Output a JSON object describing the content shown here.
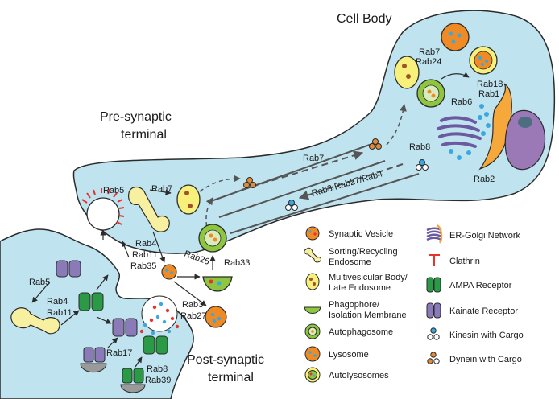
{
  "headings": {
    "cell_body": "Cell Body",
    "pre_synaptic_line1": "Pre-synaptic",
    "pre_synaptic_line2": "terminal",
    "post_synaptic_line1": "Post-synaptic",
    "post_synaptic_line2": "terminal"
  },
  "rab_labels": {
    "rab7_body": "Rab7",
    "rab24_body": "Rab24",
    "rab18": "Rab18",
    "rab1": "Rab1",
    "rab6": "Rab6",
    "rab8_body": "Rab8",
    "rab2": "Rab2",
    "rab7_axon": "Rab7",
    "rab3_27_4": "Rab3/Rab27/Rab4",
    "rab5_pre": "Rab5",
    "rab7_pre": "Rab7",
    "rab4_pre": "Rab4",
    "rab11_pre": "Rab11",
    "rab35": "Rab35",
    "rab26": "Rab26",
    "rab33": "Rab33",
    "rab3": "Rab3",
    "rab27": "Rab27",
    "rab5_post": "Rab5",
    "rab4_post": "Rab4",
    "rab11_post": "Rab11",
    "rab17": "Rab17",
    "rab8_post": "Rab8",
    "rab39": "Rab39"
  },
  "legend": [
    {
      "icon": "synaptic-vesicle-icon",
      "lines": [
        "Synaptic Vesicle"
      ]
    },
    {
      "icon": "sorting-endosome-icon",
      "lines": [
        "Sorting/Recycling",
        "Endosome"
      ]
    },
    {
      "icon": "multivesicular-body-icon",
      "lines": [
        "Multivesicular Body/",
        "Late Endosome"
      ]
    },
    {
      "icon": "phagophore-icon",
      "lines": [
        "Phagophore/",
        "Isolation Membrane"
      ]
    },
    {
      "icon": "autophagosome-icon",
      "lines": [
        "Autophagosome"
      ]
    },
    {
      "icon": "lysosome-icon",
      "lines": [
        "Lysosome"
      ]
    },
    {
      "icon": "autolysosome-icon",
      "lines": [
        "Autolysosomes"
      ]
    },
    {
      "icon": "er-golgi-icon",
      "lines": [
        "ER-Golgi Network"
      ]
    },
    {
      "icon": "clathrin-icon",
      "lines": [
        "Clathrin"
      ]
    },
    {
      "icon": "ampa-receptor-icon",
      "lines": [
        "AMPA Receptor"
      ]
    },
    {
      "icon": "kainate-receptor-icon",
      "lines": [
        "Kainate Receptor"
      ]
    },
    {
      "icon": "kinesin-icon",
      "lines": [
        "Kinesin with Cargo"
      ]
    },
    {
      "icon": "dynein-icon",
      "lines": [
        "Dynein with Cargo"
      ]
    }
  ],
  "colors": {
    "cytoplasm": "#bfe3ef",
    "outline": "#2b2b2b",
    "orange": "#f08a24",
    "yellow": "#f7f07a",
    "green": "#8ec63f",
    "purple": "#8a7ab8",
    "ampa_green": "#2a9a46",
    "blue_dot": "#3aa8e0",
    "red": "#e8322e",
    "grey": "#9a9a9a"
  }
}
